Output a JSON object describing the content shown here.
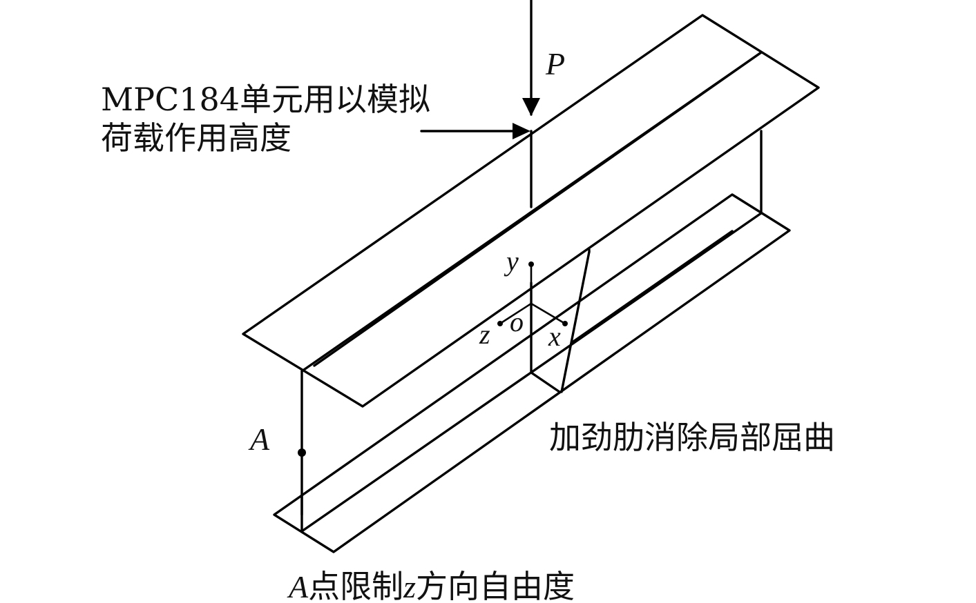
{
  "labels": {
    "load_symbol": "P",
    "mpc_line1": "MPC184单元用以模拟",
    "mpc_line2": "荷载作用高度",
    "stiffener_note": "加劲肋消除局部屈曲",
    "point_a": "A",
    "bottom_note_a": "A",
    "bottom_note_rest": "点限制",
    "bottom_note_z": "z",
    "bottom_note_tail": "方向自由度"
  },
  "axes": {
    "x": "x",
    "y": "y",
    "z": "z",
    "origin": "o"
  },
  "colors": {
    "stroke": "#000000",
    "background": "#ffffff"
  }
}
